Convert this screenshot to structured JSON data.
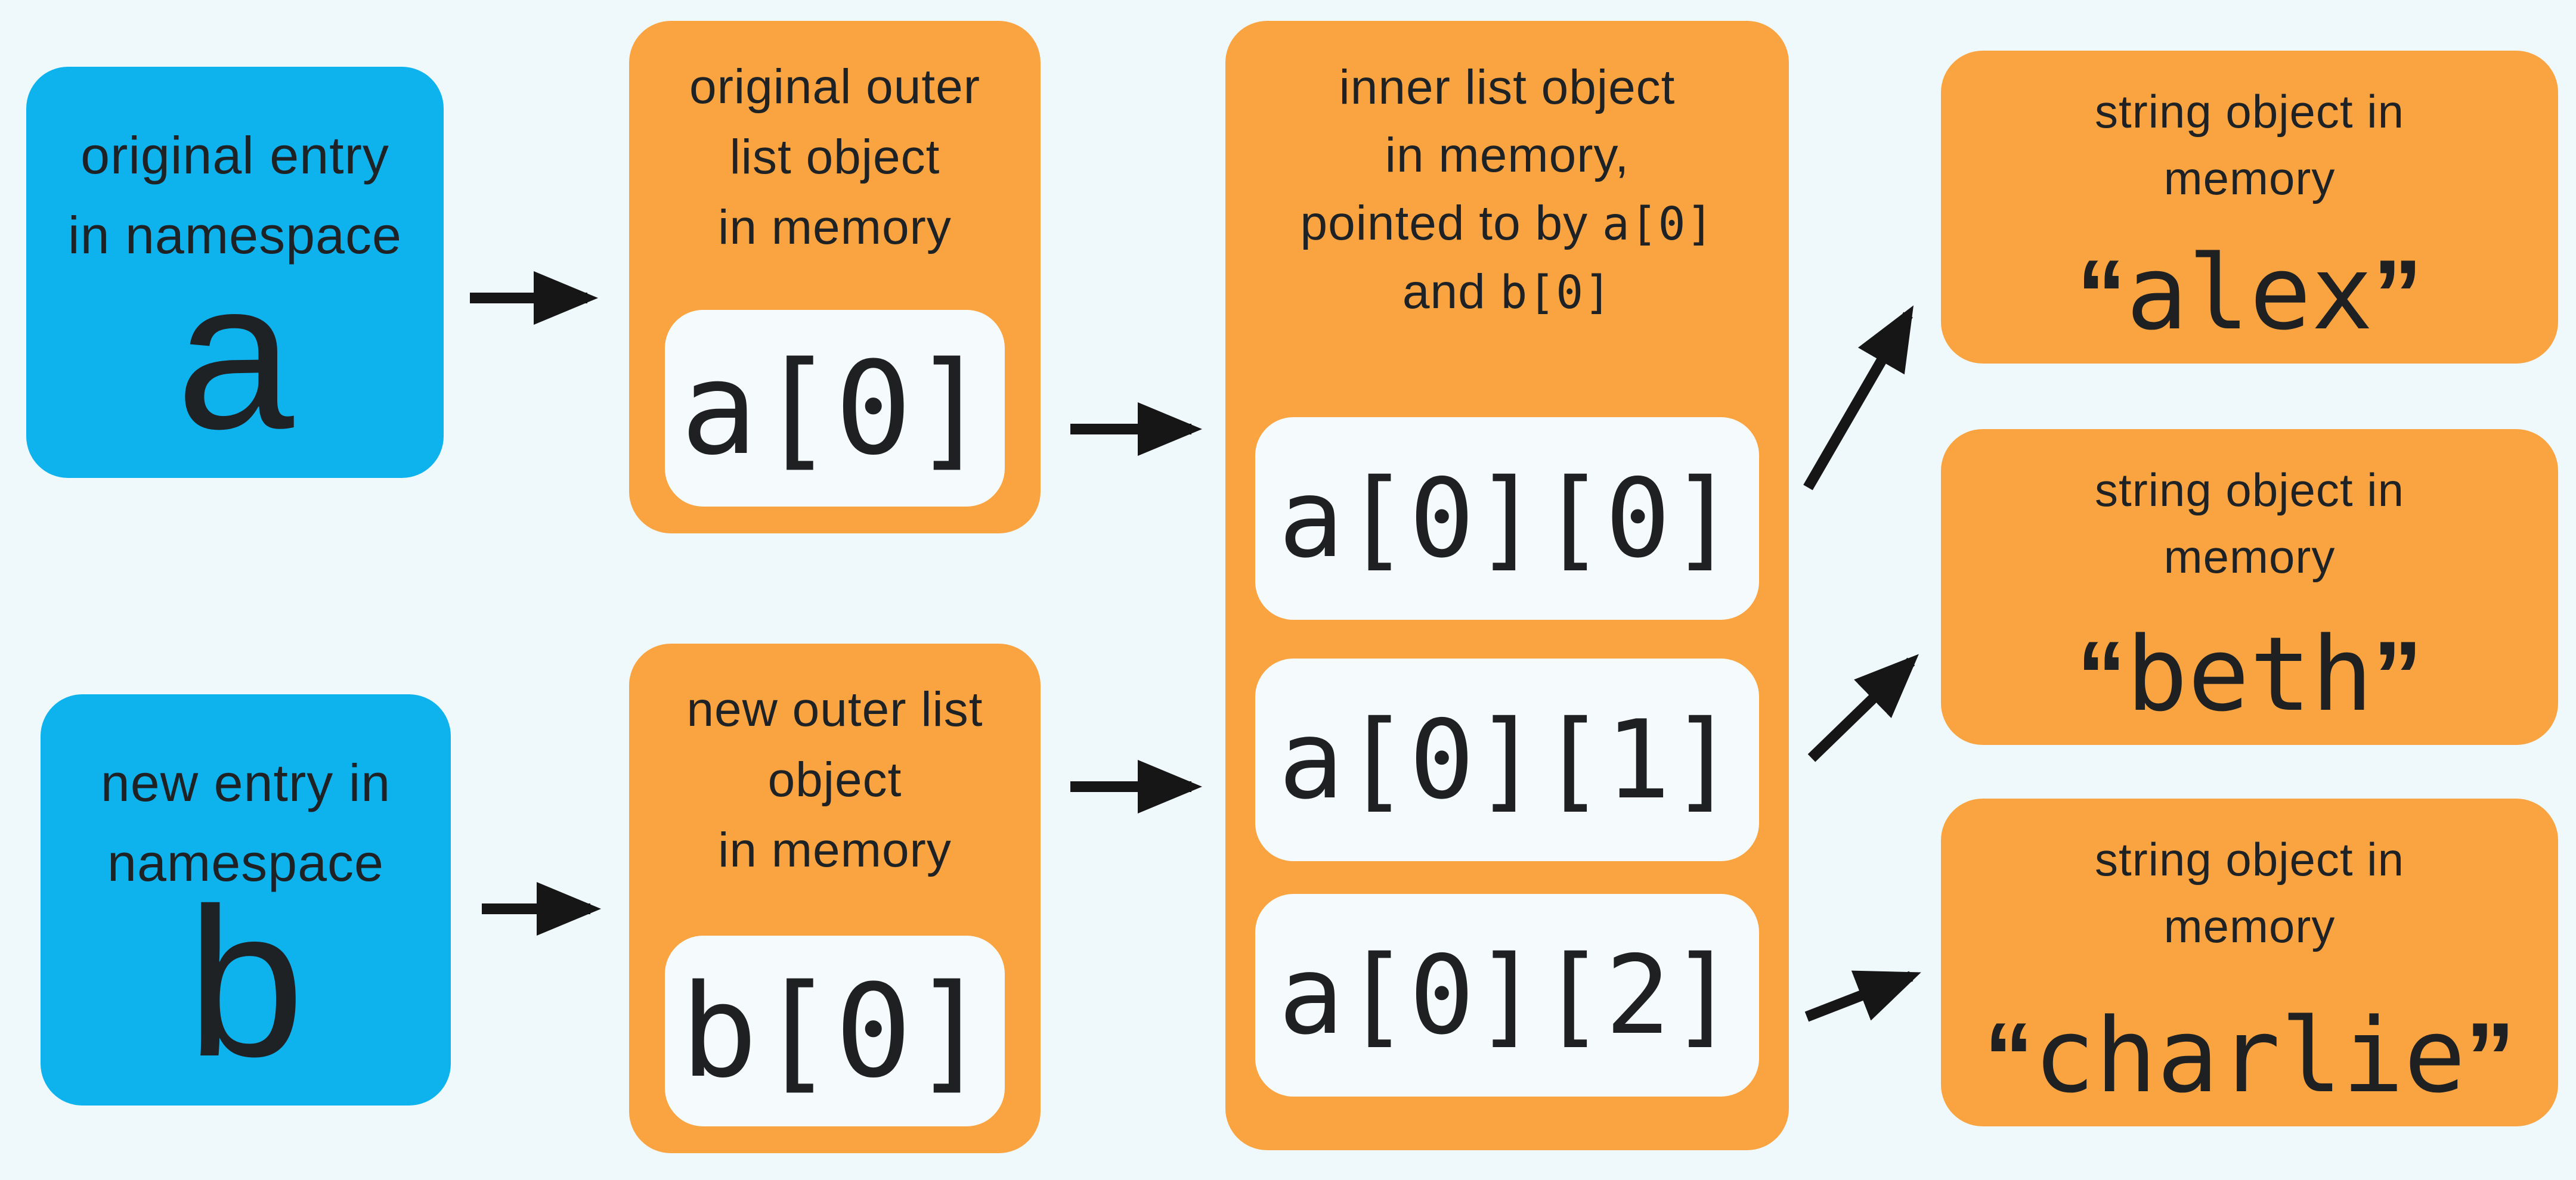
{
  "colors": {
    "background": "#EFF8FB",
    "namespace_box": "#0EB3EE",
    "memory_box": "#F9A440",
    "pill_background": "#F5FAFC",
    "text": "#1F2225",
    "arrow": "#161616"
  },
  "namespace_a": {
    "lines": [
      "original entry",
      "in namespace"
    ],
    "var": "a"
  },
  "namespace_b": {
    "lines": [
      "new entry in",
      "namespace"
    ],
    "var": "b"
  },
  "outer_a": {
    "lines": [
      "original outer",
      "list object",
      "in memory"
    ],
    "code": "a[0]"
  },
  "outer_b": {
    "lines": [
      "new outer list",
      "object",
      "in memory"
    ],
    "code": "b[0]"
  },
  "inner": {
    "lines": [
      "inner list object",
      "in memory,"
    ],
    "line3_text": "pointed to by ",
    "line3_code": "a[0]",
    "line4_text": "and ",
    "line4_code": "b[0]",
    "cells": [
      "a[0][0]",
      "a[0][1]",
      "a[0][2]"
    ]
  },
  "strings": [
    {
      "lines": [
        "string object in",
        "memory"
      ],
      "open": "“",
      "text": "alex",
      "close": "”"
    },
    {
      "lines": [
        "string object in",
        "memory"
      ],
      "open": "“",
      "text": "beth",
      "close": "”"
    },
    {
      "lines": [
        "string object in",
        "memory"
      ],
      "open": "“",
      "text": "charlie",
      "close": "”"
    }
  ]
}
